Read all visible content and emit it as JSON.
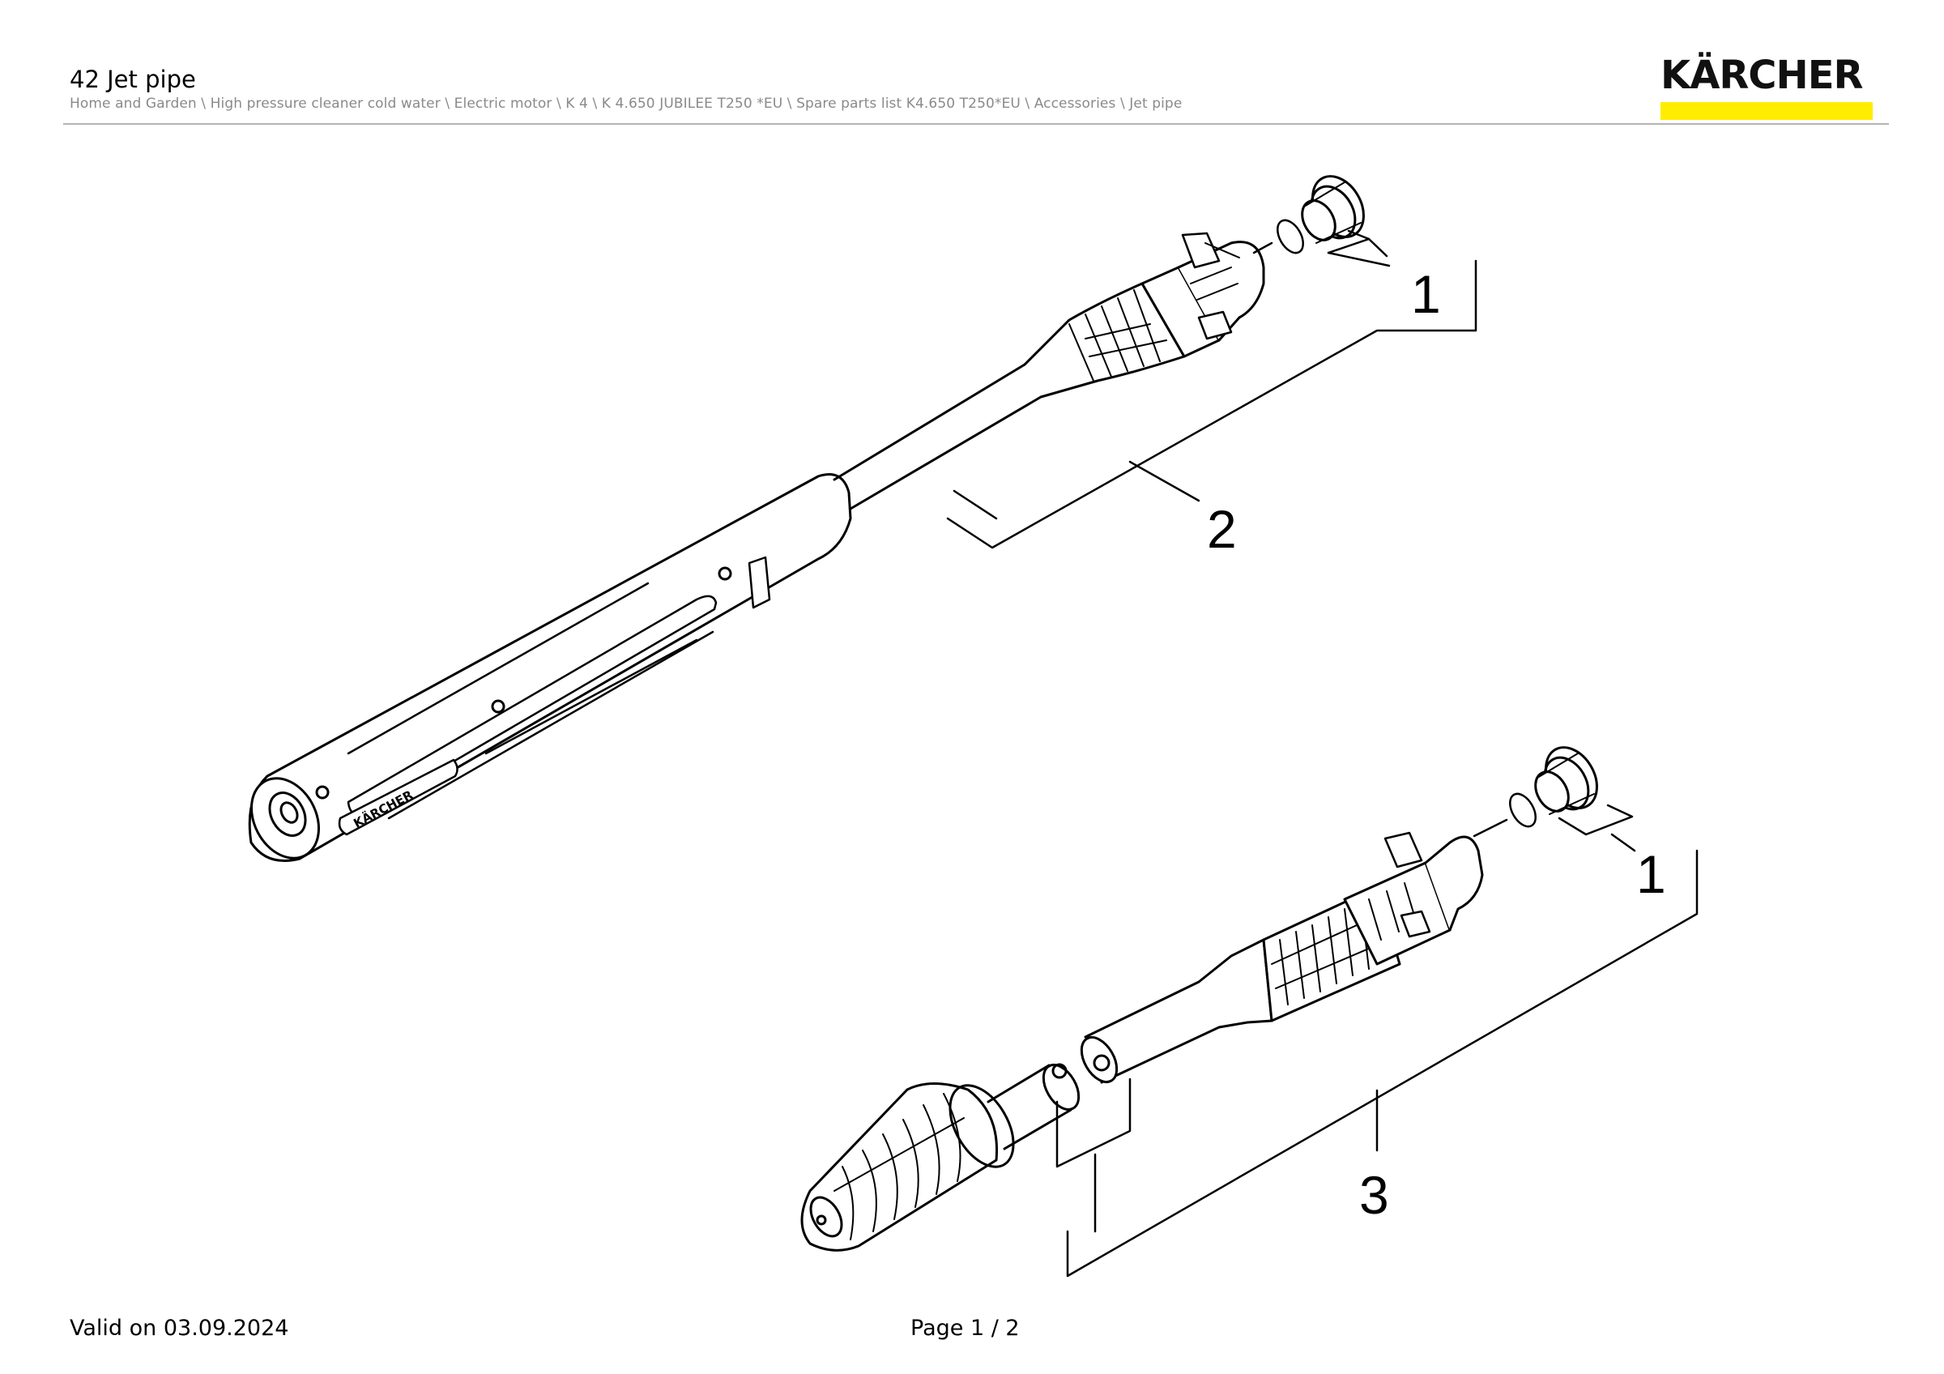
{
  "page": {
    "title": "42 Jet pipe",
    "breadcrumb": "Home and Garden \\ High pressure cleaner cold water \\ Electric motor \\ K 4 \\ K 4.650 JUBILEE T250 *EU \\ Spare parts list K4.650 T250*EU \\ Accessories \\ Jet pipe"
  },
  "brand": {
    "name": "KÄRCHER",
    "handle_print": "KÄRCHER",
    "accent_color": "#ffed00"
  },
  "callouts": {
    "c1_top": "1",
    "c2": "2",
    "c1_bottom": "1",
    "c3": "3"
  },
  "footer": {
    "valid_on": "Valid on 03.09.2024",
    "page": "Page 1 / 2"
  }
}
